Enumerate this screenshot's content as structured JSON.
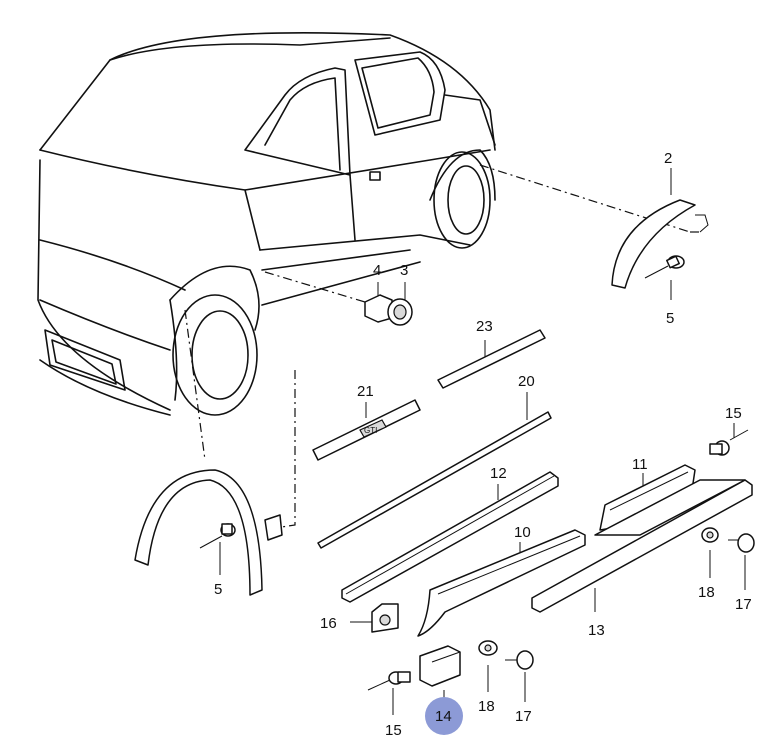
{
  "diagram": {
    "callouts": [
      {
        "id": "2",
        "label": "2"
      },
      {
        "id": "3",
        "label": "3"
      },
      {
        "id": "4",
        "label": "4"
      },
      {
        "id": "5a",
        "label": "5"
      },
      {
        "id": "5b",
        "label": "5"
      },
      {
        "id": "10",
        "label": "10"
      },
      {
        "id": "11",
        "label": "11"
      },
      {
        "id": "12",
        "label": "12"
      },
      {
        "id": "13",
        "label": "13"
      },
      {
        "id": "14",
        "label": "14",
        "highlighted": true
      },
      {
        "id": "15a",
        "label": "15"
      },
      {
        "id": "15b",
        "label": "15"
      },
      {
        "id": "16",
        "label": "16"
      },
      {
        "id": "17a",
        "label": "17"
      },
      {
        "id": "17b",
        "label": "17"
      },
      {
        "id": "18a",
        "label": "18"
      },
      {
        "id": "18b",
        "label": "18"
      },
      {
        "id": "20",
        "label": "20"
      },
      {
        "id": "21",
        "label": "21"
      },
      {
        "id": "23",
        "label": "23"
      }
    ],
    "emblem_text": "GTI",
    "highlight_color": "#8c9ad6",
    "line_color": "#111111",
    "background_color": "#ffffff"
  }
}
